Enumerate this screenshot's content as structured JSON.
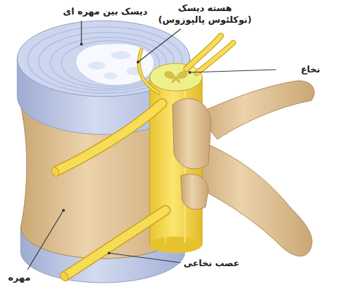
{
  "diagram": {
    "labels": [
      "دیسک بین مهره ای",
      "هسته دیسک (نوکلئوس پالپوزوس)",
      "نخاع",
      "مهره",
      "عصب نخاعی"
    ]
  }
}
